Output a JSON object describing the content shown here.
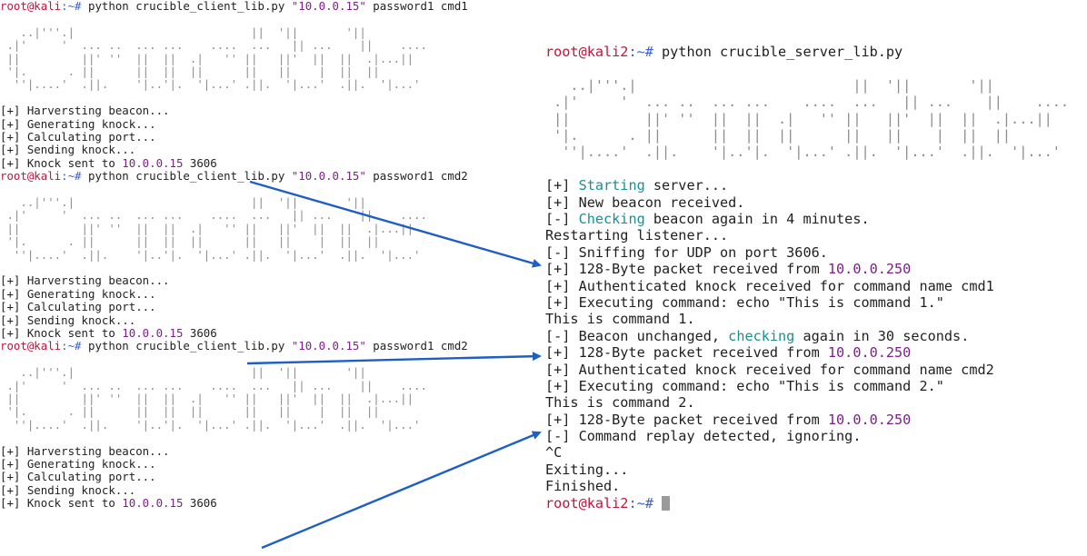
{
  "client": {
    "sessions": [
      {
        "prompt_user": "root@kali",
        "prompt_path": ":~# ",
        "cmd_prefix": "python crucible_client_lib.py ",
        "cmd_ip": "\"10.0.0.15\"",
        "cmd_suffix": " password1 cmd1",
        "steps": [
          "[+] Harversting beacon...",
          "[+] Generating knock...",
          "[+] Calculating port...",
          "[+] Sending knock..."
        ],
        "knock_prefix": "[+] Knock sent to ",
        "knock_ip": "10.0.0.15",
        "knock_port": " 3606"
      },
      {
        "prompt_user": "root@kali",
        "prompt_path": ":~# ",
        "cmd_prefix": "python crucible_client_lib.py ",
        "cmd_ip": "\"10.0.0.15\"",
        "cmd_suffix": " password1 cmd2",
        "steps": [
          "[+] Harversting beacon...",
          "[+] Generating knock...",
          "[+] Calculating port...",
          "[+] Sending knock..."
        ],
        "knock_prefix": "[+] Knock sent to ",
        "knock_ip": "10.0.0.15",
        "knock_port": " 3606"
      },
      {
        "prompt_user": "root@kali",
        "prompt_path": ":~# ",
        "cmd_prefix": "python crucible_client_lib.py ",
        "cmd_ip": "\"10.0.0.15\"",
        "cmd_suffix": " password1 cmd2",
        "steps": [
          "[+] Harversting beacon...",
          "[+] Generating knock...",
          "[+] Calculating port...",
          "[+] Sending knock..."
        ],
        "knock_prefix": "[+] Knock sent to ",
        "knock_ip": "10.0.0.15",
        "knock_port": " 3606"
      }
    ]
  },
  "banner": {
    "ascii_art": "   ..|'''.|                          ||  '||       '||\n .|'     '  ... ..  ... ...    ....  ...   || ...    ||    ....\n ||         ||' ''  ||  ||  .|   '' ||   ||'  ||  ||  .|...||\n '|.      . ||      ||  ||  ||      ||   ||    |  ||  ||\n  ''|....'  .||.    '|..'|.  '|...' .||.  '|...'  .||.  '|...'"
  },
  "server": {
    "prompt_user": "root@kali2",
    "prompt_path": ":~# ",
    "command": "python crucible_server_lib.py",
    "lines": {
      "starting_pre": "[+] ",
      "starting_word": "Starting",
      "starting_post": " server...",
      "new_beacon": "[+] New beacon received.",
      "checking_pre": "[-] ",
      "checking_word": "Checking",
      "checking_post": " beacon again in 4 minutes.",
      "restarting": "Restarting listener...",
      "sniffing": "[-] Sniffing for UDP on port 3606.",
      "packet_text": "[+] 128-Byte packet received from ",
      "packet_ip": "10.0.0.250",
      "auth_cmd1": "[+] Authenticated knock received for command name cmd1",
      "exec_cmd1": "[+] Executing command: echo \"This is command 1.\"",
      "out_cmd1": "This is command 1.",
      "unchanged_pre": "[-] Beacon unchanged, ",
      "unchanged_word": "checking",
      "unchanged_post": " again in 30 seconds.",
      "auth_cmd2": "[+] Authenticated knock received for command name cmd2",
      "exec_cmd2": "[+] Executing command: echo \"This is command 2.\"",
      "out_cmd2": "This is command 2.",
      "replay": "[-] Command replay detected, ignoring.",
      "ctrl_c": "^C",
      "exiting": "Exiting...",
      "finished": "Finished."
    }
  },
  "colors": {
    "user": "#c0143c",
    "path": "#3b5fd3",
    "string": "#7d1f8a",
    "keyword": "#1a8f8f",
    "arrow": "#1f5fc4"
  }
}
